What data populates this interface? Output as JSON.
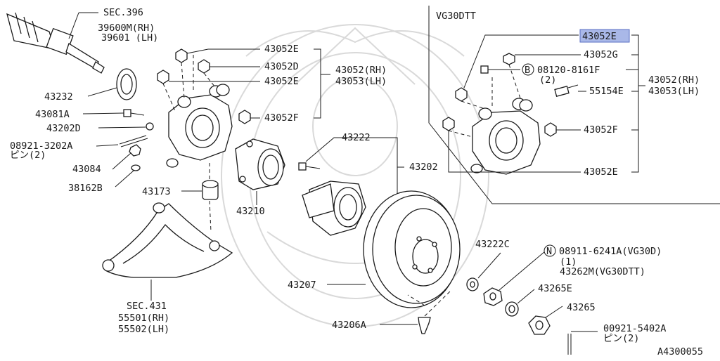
{
  "labels": {
    "sec396": "SEC.396",
    "p39600m": "39600M(RH)",
    "p39601": "39601 (LH)",
    "p43232": "43232",
    "p43081a": "43081A",
    "p43202d": "43202D",
    "p08921_3202a": "08921-3202A",
    "pin2_a": "ピン(2)",
    "p43084": "43084",
    "p38162b": "38162B",
    "p43052e_1": "43052E",
    "p43052d": "43052D",
    "p43052e_2": "43052E",
    "p43052rh": "43052(RH)",
    "p43053lh": "43053(LH)",
    "p43052f": "43052F",
    "p43222": "43222",
    "p43202": "43202",
    "p43173": "43173",
    "p43210": "43210",
    "sec431": "SEC.431",
    "p55501": "55501(RH)",
    "p55502": "55502(LH)",
    "p43207": "43207",
    "p43206a": "43206A",
    "p43222c": "43222C",
    "n_circle": "N",
    "p08911": "08911-6241A(VG30D)",
    "qty1": "(1)",
    "p43262m": "43262M(VG30DTT)",
    "p43265e": "43265E",
    "p43265": "43265",
    "p00921": "00921-5402A",
    "pin2_b": "ピン(2)",
    "diagram_code": "A4300055",
    "vg30dtt": "VG30DTT",
    "ins_43052e_top": "43052E",
    "ins_43052g": "43052G",
    "b_circle": "B",
    "ins_08120": "08120-8161F",
    "qty2": "(2)",
    "ins_55154e": "55154E",
    "ins_43052rh": "43052(RH)",
    "ins_43053lh": "43053(LH)",
    "ins_43052f": "43052F",
    "ins_43052e_bot": "43052E"
  },
  "colors": {
    "line": "#1a1a1a",
    "highlight": "#a9b8e8",
    "watermark": "#d9d9d9"
  }
}
